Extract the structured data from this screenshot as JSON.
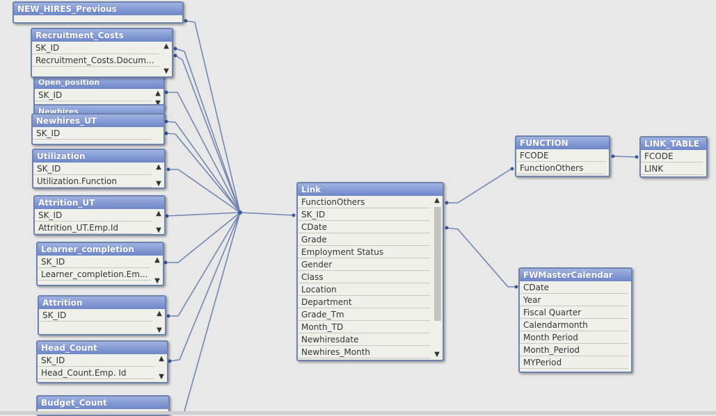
{
  "colors": {
    "line": "#7386b0",
    "header_top": "#9fb2e2",
    "header_bottom": "#6d86c8",
    "body": "#f0f0ea",
    "background": "#e8e8e8"
  },
  "tables": {
    "new_hires_previous": {
      "title": "NEW_HIRES_Previous"
    },
    "recruitment_costs": {
      "title": "Recruitment_Costs",
      "fields": [
        "SK_ID",
        "Recruitment_Costs.Docum..."
      ]
    },
    "open_position": {
      "title": "Open_position",
      "fields": [
        "SK_ID"
      ]
    },
    "newhires": {
      "title": "Newhires"
    },
    "newhires_ut": {
      "title": "Newhires_UT",
      "fields": [
        "SK_ID"
      ]
    },
    "utilization": {
      "title": "Utilization",
      "fields": [
        "SK_ID",
        "Utilization.Function"
      ]
    },
    "attrition_ut": {
      "title": "Attrition_UT",
      "fields": [
        "SK_ID",
        "Attrition_UT.Emp.Id"
      ]
    },
    "learner_completion": {
      "title": "Learner_completion",
      "fields": [
        "SK_ID",
        "Learner_completion.Em..."
      ]
    },
    "attrition": {
      "title": "Attrition",
      "fields": [
        "SK_ID"
      ]
    },
    "head_count": {
      "title": "Head_Count",
      "fields": [
        "SK_ID",
        "Head_Count.Emp. Id"
      ]
    },
    "budget_count": {
      "title": "Budget_Count"
    },
    "link": {
      "title": "Link",
      "fields": [
        "FunctionOthers",
        "SK_ID",
        "CDate",
        "Grade",
        "Employment Status",
        "Gender",
        "Class",
        "Location",
        "Department",
        "Grade_Tm",
        "Month_TD",
        "Newhiresdate",
        "Newhires_Month"
      ]
    },
    "function": {
      "title": "FUNCTION",
      "fields": [
        "FCODE",
        "FunctionOthers"
      ]
    },
    "link_table": {
      "title": "LINK_TABLE",
      "fields": [
        "FCODE",
        "LINK"
      ]
    },
    "fwmastercalendar": {
      "title": "FWMasterCalendar",
      "fields": [
        "CDate",
        "Year",
        "Fiscal Quarter",
        "Calendarmonth",
        "Month Period",
        "Month_Period",
        "MYPeriod"
      ]
    }
  },
  "icons": {
    "scroll_up": "▲",
    "scroll_down": "▼"
  }
}
